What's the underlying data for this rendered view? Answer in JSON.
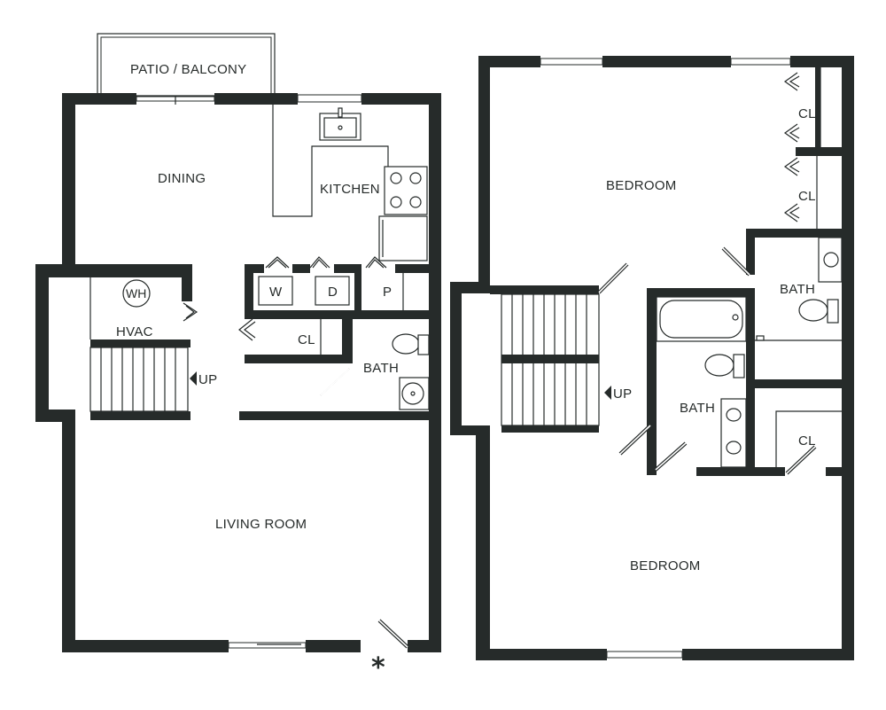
{
  "floorplan": {
    "first_floor": {
      "rooms": {
        "patio": "PATIO / BALCONY",
        "dining": "DINING",
        "kitchen": "KITCHEN",
        "hvac": "HVAC",
        "water_heater": "WH",
        "washer": "W",
        "dryer": "D",
        "pantry": "P",
        "closet": "CL",
        "bath": "BATH",
        "living": "LIVING ROOM",
        "stairs": "UP"
      },
      "entry_marker": "*"
    },
    "second_floor": {
      "rooms": {
        "bedroom_top": "BEDROOM",
        "closet_1": "CL",
        "closet_2": "CL",
        "bath_master": "BATH",
        "bath_hall": "BATH",
        "closet_3": "CL",
        "bedroom_bottom": "BEDROOM",
        "stairs": "UP"
      }
    }
  }
}
